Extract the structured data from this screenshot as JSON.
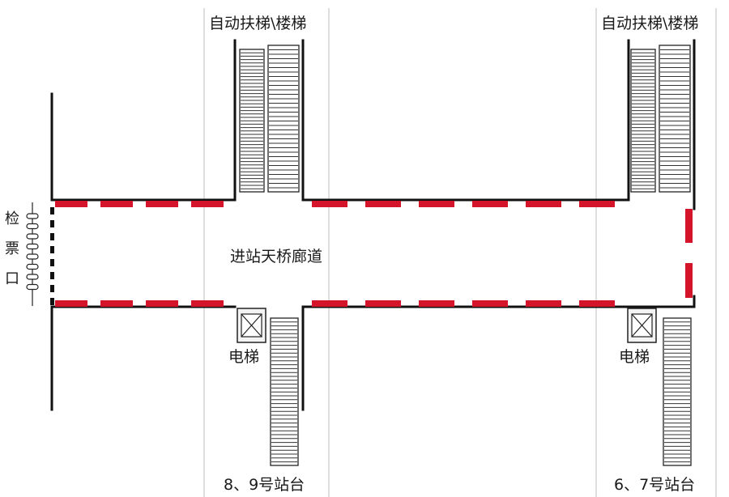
{
  "labels": {
    "escalator_stairs": "自动扶梯\\楼梯",
    "corridor": "进站天桥廊道",
    "elevator": "电梯",
    "platform_8_9": "8、9号站台",
    "platform_6_7": "6、7号站台",
    "ticket_gate": [
      "检",
      "票",
      "口"
    ]
  },
  "colors": {
    "dash": "#d4142a",
    "wall": "#111111",
    "guide_line": "#c8c8c8"
  }
}
